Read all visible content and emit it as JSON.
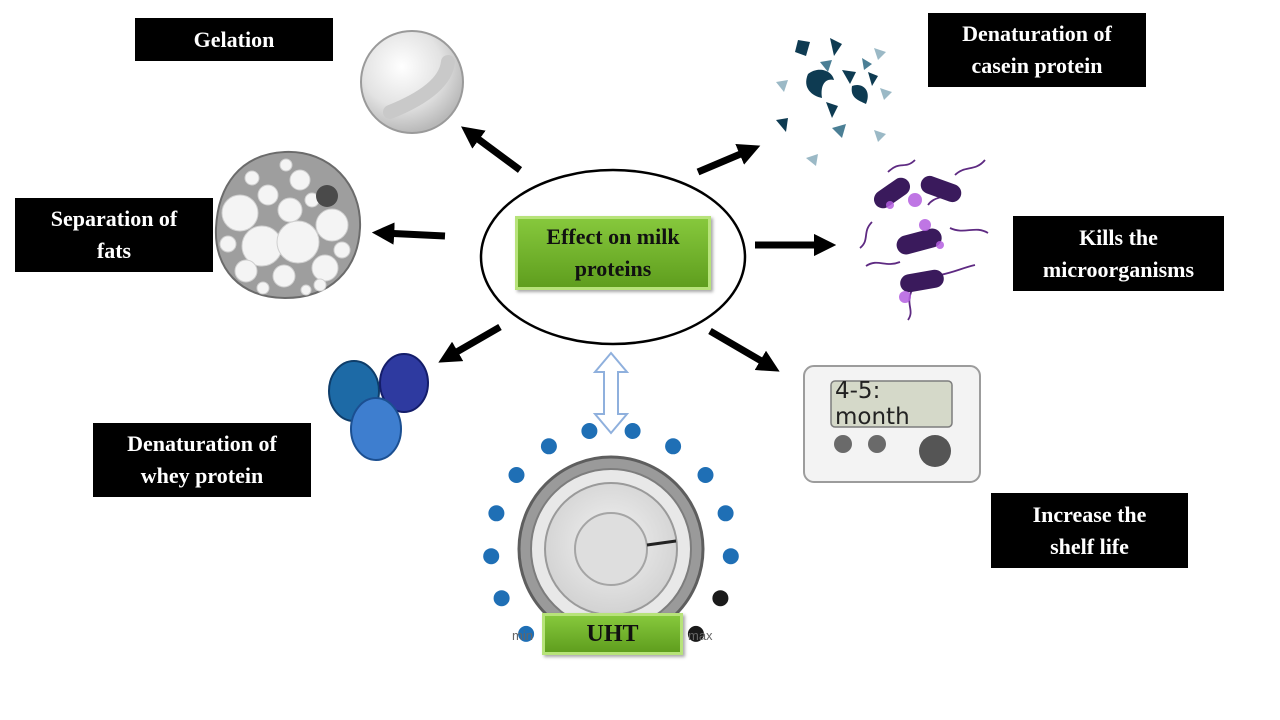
{
  "center": {
    "label": "Effect on milk\nproteins"
  },
  "effects": {
    "gelation": "Gelation",
    "separation_of_fats": "Separation of\nfats",
    "denaturation_whey": "Denaturation of\nwhey protein",
    "denaturation_casein": "Denaturation of\ncasein protein",
    "kills_microorganisms": "Kills the\nmicroorganisms",
    "increase_shelf_life": "Increase the\nshelf life"
  },
  "dial": {
    "label": "UHT",
    "min_label": "min",
    "max_label": "max",
    "level": 0.83
  },
  "timer": {
    "display": "4-5: month"
  },
  "colors": {
    "label_bg": "#000000",
    "accent_green": "#6ab02a",
    "dial_dot": "#1f6fb5",
    "arrow": "#000000"
  }
}
